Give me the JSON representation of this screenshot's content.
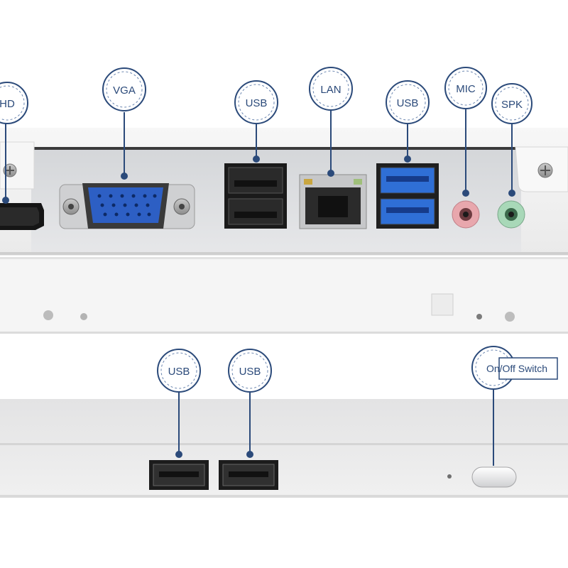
{
  "colors": {
    "callout": "#2b4a7a",
    "callout_dash": "#6b86b0",
    "panel_top": "#f3f3f3",
    "panel_inset": "#e2e3e5",
    "mid_band": "#f4f4f4",
    "bottom_panel": "#e9e9ea",
    "usb3_blue": "#2f6fd6",
    "mic_pink": "#e8a7ad",
    "spk_green": "#a8d8b8",
    "vga_blue": "#2d5fc4"
  },
  "labels": {
    "hdmi": "HD",
    "vga": "VGA",
    "usb_top_left": "USB",
    "lan": "LAN",
    "usb_top_right": "USB",
    "mic": "MIC",
    "spk": "SPK",
    "usb_front_1": "USB",
    "usb_front_2": "USB",
    "power": "On/Off Switch"
  },
  "icons": {
    "port_marker": "dot-marker",
    "screw": "screw-icon",
    "led": "led-indicator"
  }
}
